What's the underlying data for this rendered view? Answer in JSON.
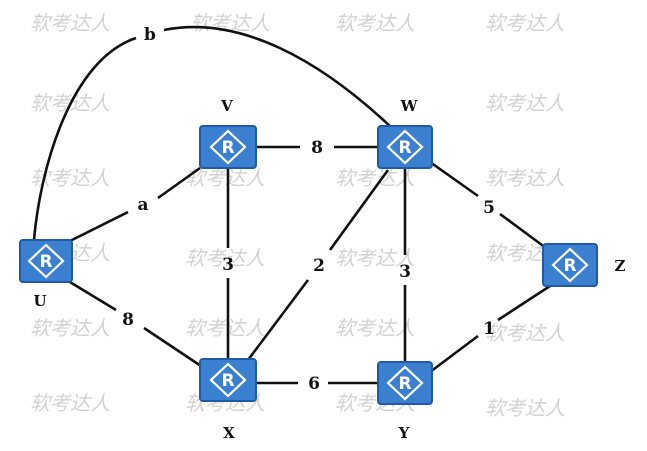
{
  "watermark": "软考达人",
  "colors": {
    "router_fill": "#3a7fd0",
    "router_border": "#1f5aa6",
    "router_glyph": "#ffffff",
    "edge": "#111111"
  },
  "router_glyph": "R",
  "nodes": {
    "U": {
      "label": "U"
    },
    "V": {
      "label": "V"
    },
    "W": {
      "label": "W"
    },
    "X": {
      "label": "X"
    },
    "Y": {
      "label": "Y"
    },
    "Z": {
      "label": "Z"
    }
  },
  "edges": {
    "u_w": {
      "label": "b"
    },
    "u_v": {
      "label": "a"
    },
    "u_x": {
      "label": "8"
    },
    "v_w": {
      "label": "8"
    },
    "v_x": {
      "label": "3"
    },
    "w_x": {
      "label": "2"
    },
    "w_y": {
      "label": "3"
    },
    "w_z": {
      "label": "5"
    },
    "x_y": {
      "label": "6"
    },
    "y_z": {
      "label": "1"
    }
  }
}
